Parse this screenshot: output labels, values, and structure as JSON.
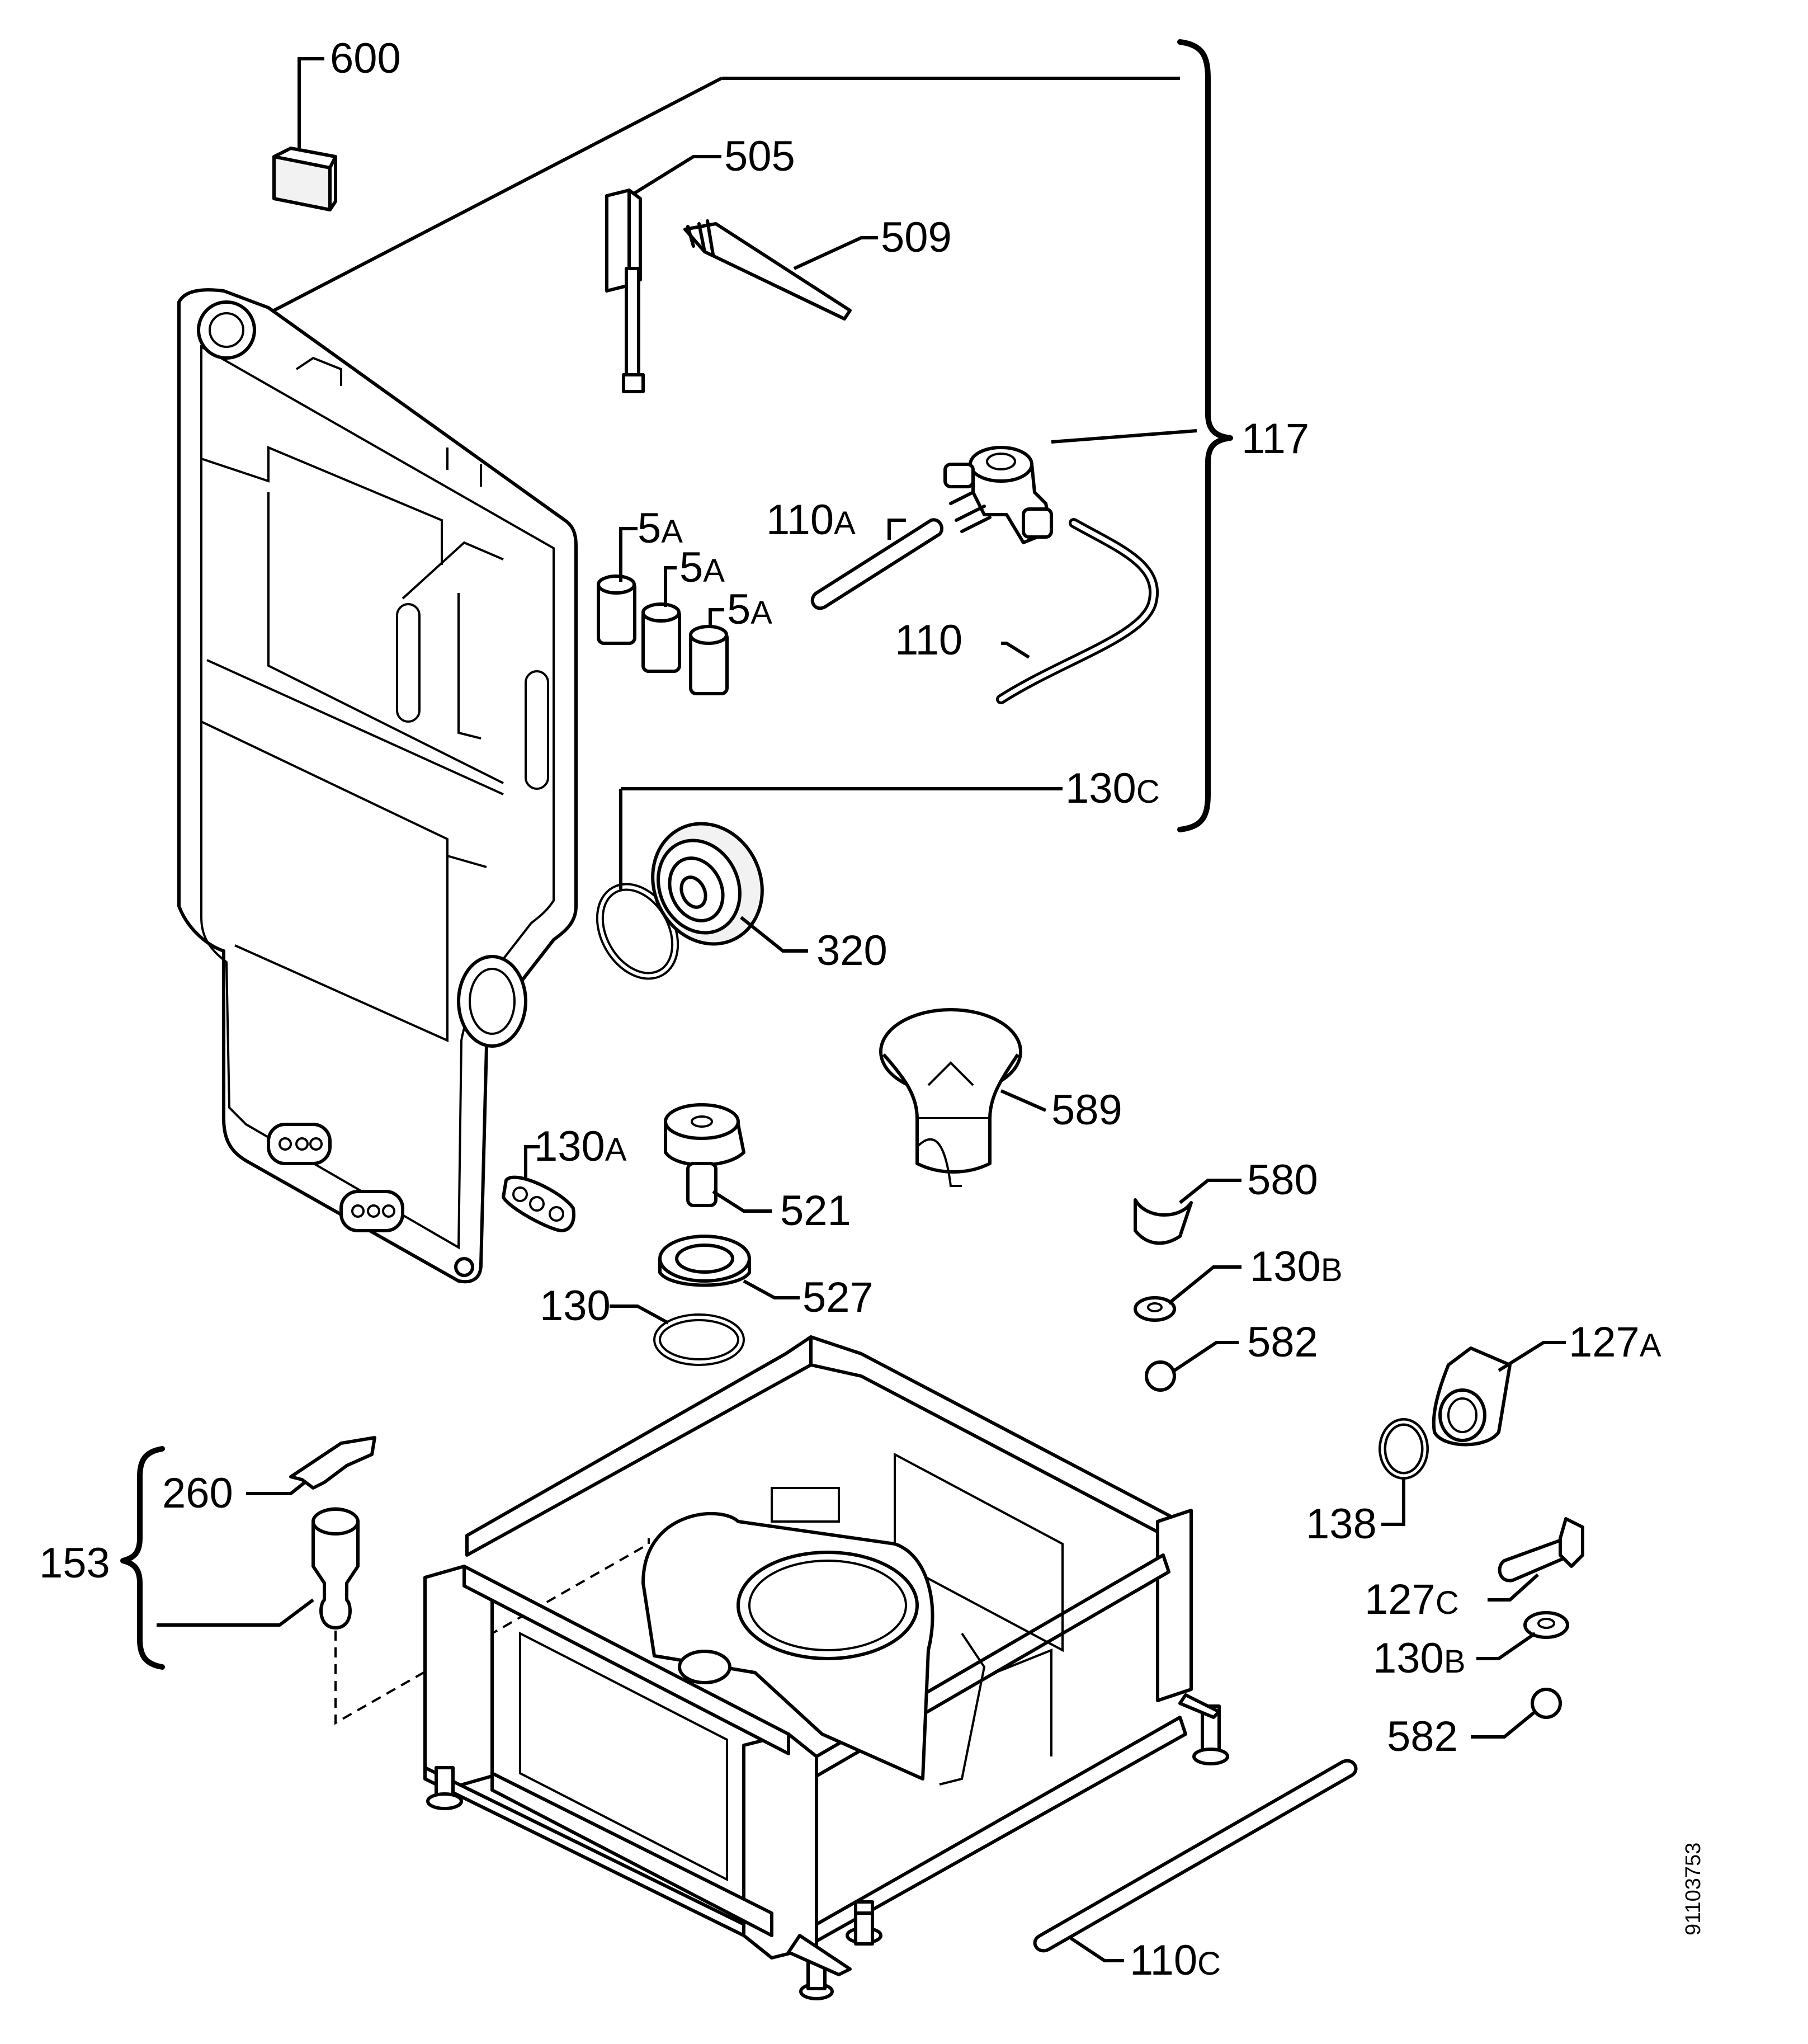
{
  "document_code": "91103753",
  "callouts": {
    "c600": "600",
    "c505": "505",
    "c509": "509",
    "c117": "117",
    "c5a_1": "5",
    "c5a_1s": "A",
    "c5a_2": "5",
    "c5a_2s": "A",
    "c5a_3": "5",
    "c5a_3s": "A",
    "c110a": "110",
    "c110a_s": "A",
    "c110": "110",
    "c130c": "130",
    "c130c_s": "C",
    "c320": "320",
    "c589": "589",
    "c130a": "130",
    "c130a_s": "A",
    "c521": "521",
    "c527": "527",
    "c130": "130",
    "c580": "580",
    "c130b_1": "130",
    "c130b_1s": "B",
    "c582_1": "582",
    "c127a": "127",
    "c127a_s": "A",
    "c138": "138",
    "c127c": "127",
    "c127c_s": "C",
    "c130b_2": "130",
    "c130b_2s": "B",
    "c582_2": "582",
    "c260": "260",
    "c153": "153",
    "c110c": "110",
    "c110c_s": "C"
  }
}
